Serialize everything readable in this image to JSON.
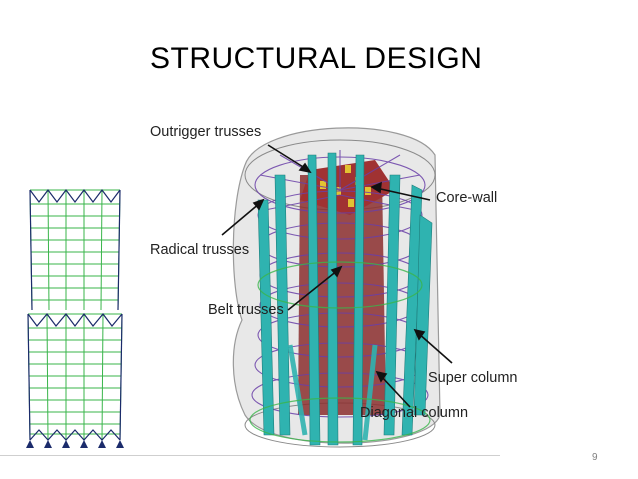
{
  "slide": {
    "title": "STRUCTURAL DESIGN",
    "page_number": "9"
  },
  "figure": {
    "labels": {
      "outrigger": "Outrigger trusses",
      "core_wall": "Core-wall",
      "radical": "Radical trusses",
      "belt": "Belt trusses",
      "super_column": "Super column",
      "diagonal_column": "Diagonal column"
    }
  },
  "colors": {
    "column_cyan": "#2fb3b0",
    "core_red": "#8b2e2e",
    "truss_purple": "#6a3fa8",
    "frame_green": "#39b54a",
    "frame_navy": "#1b2b6b",
    "glass_gray": "#c8c8c8"
  }
}
